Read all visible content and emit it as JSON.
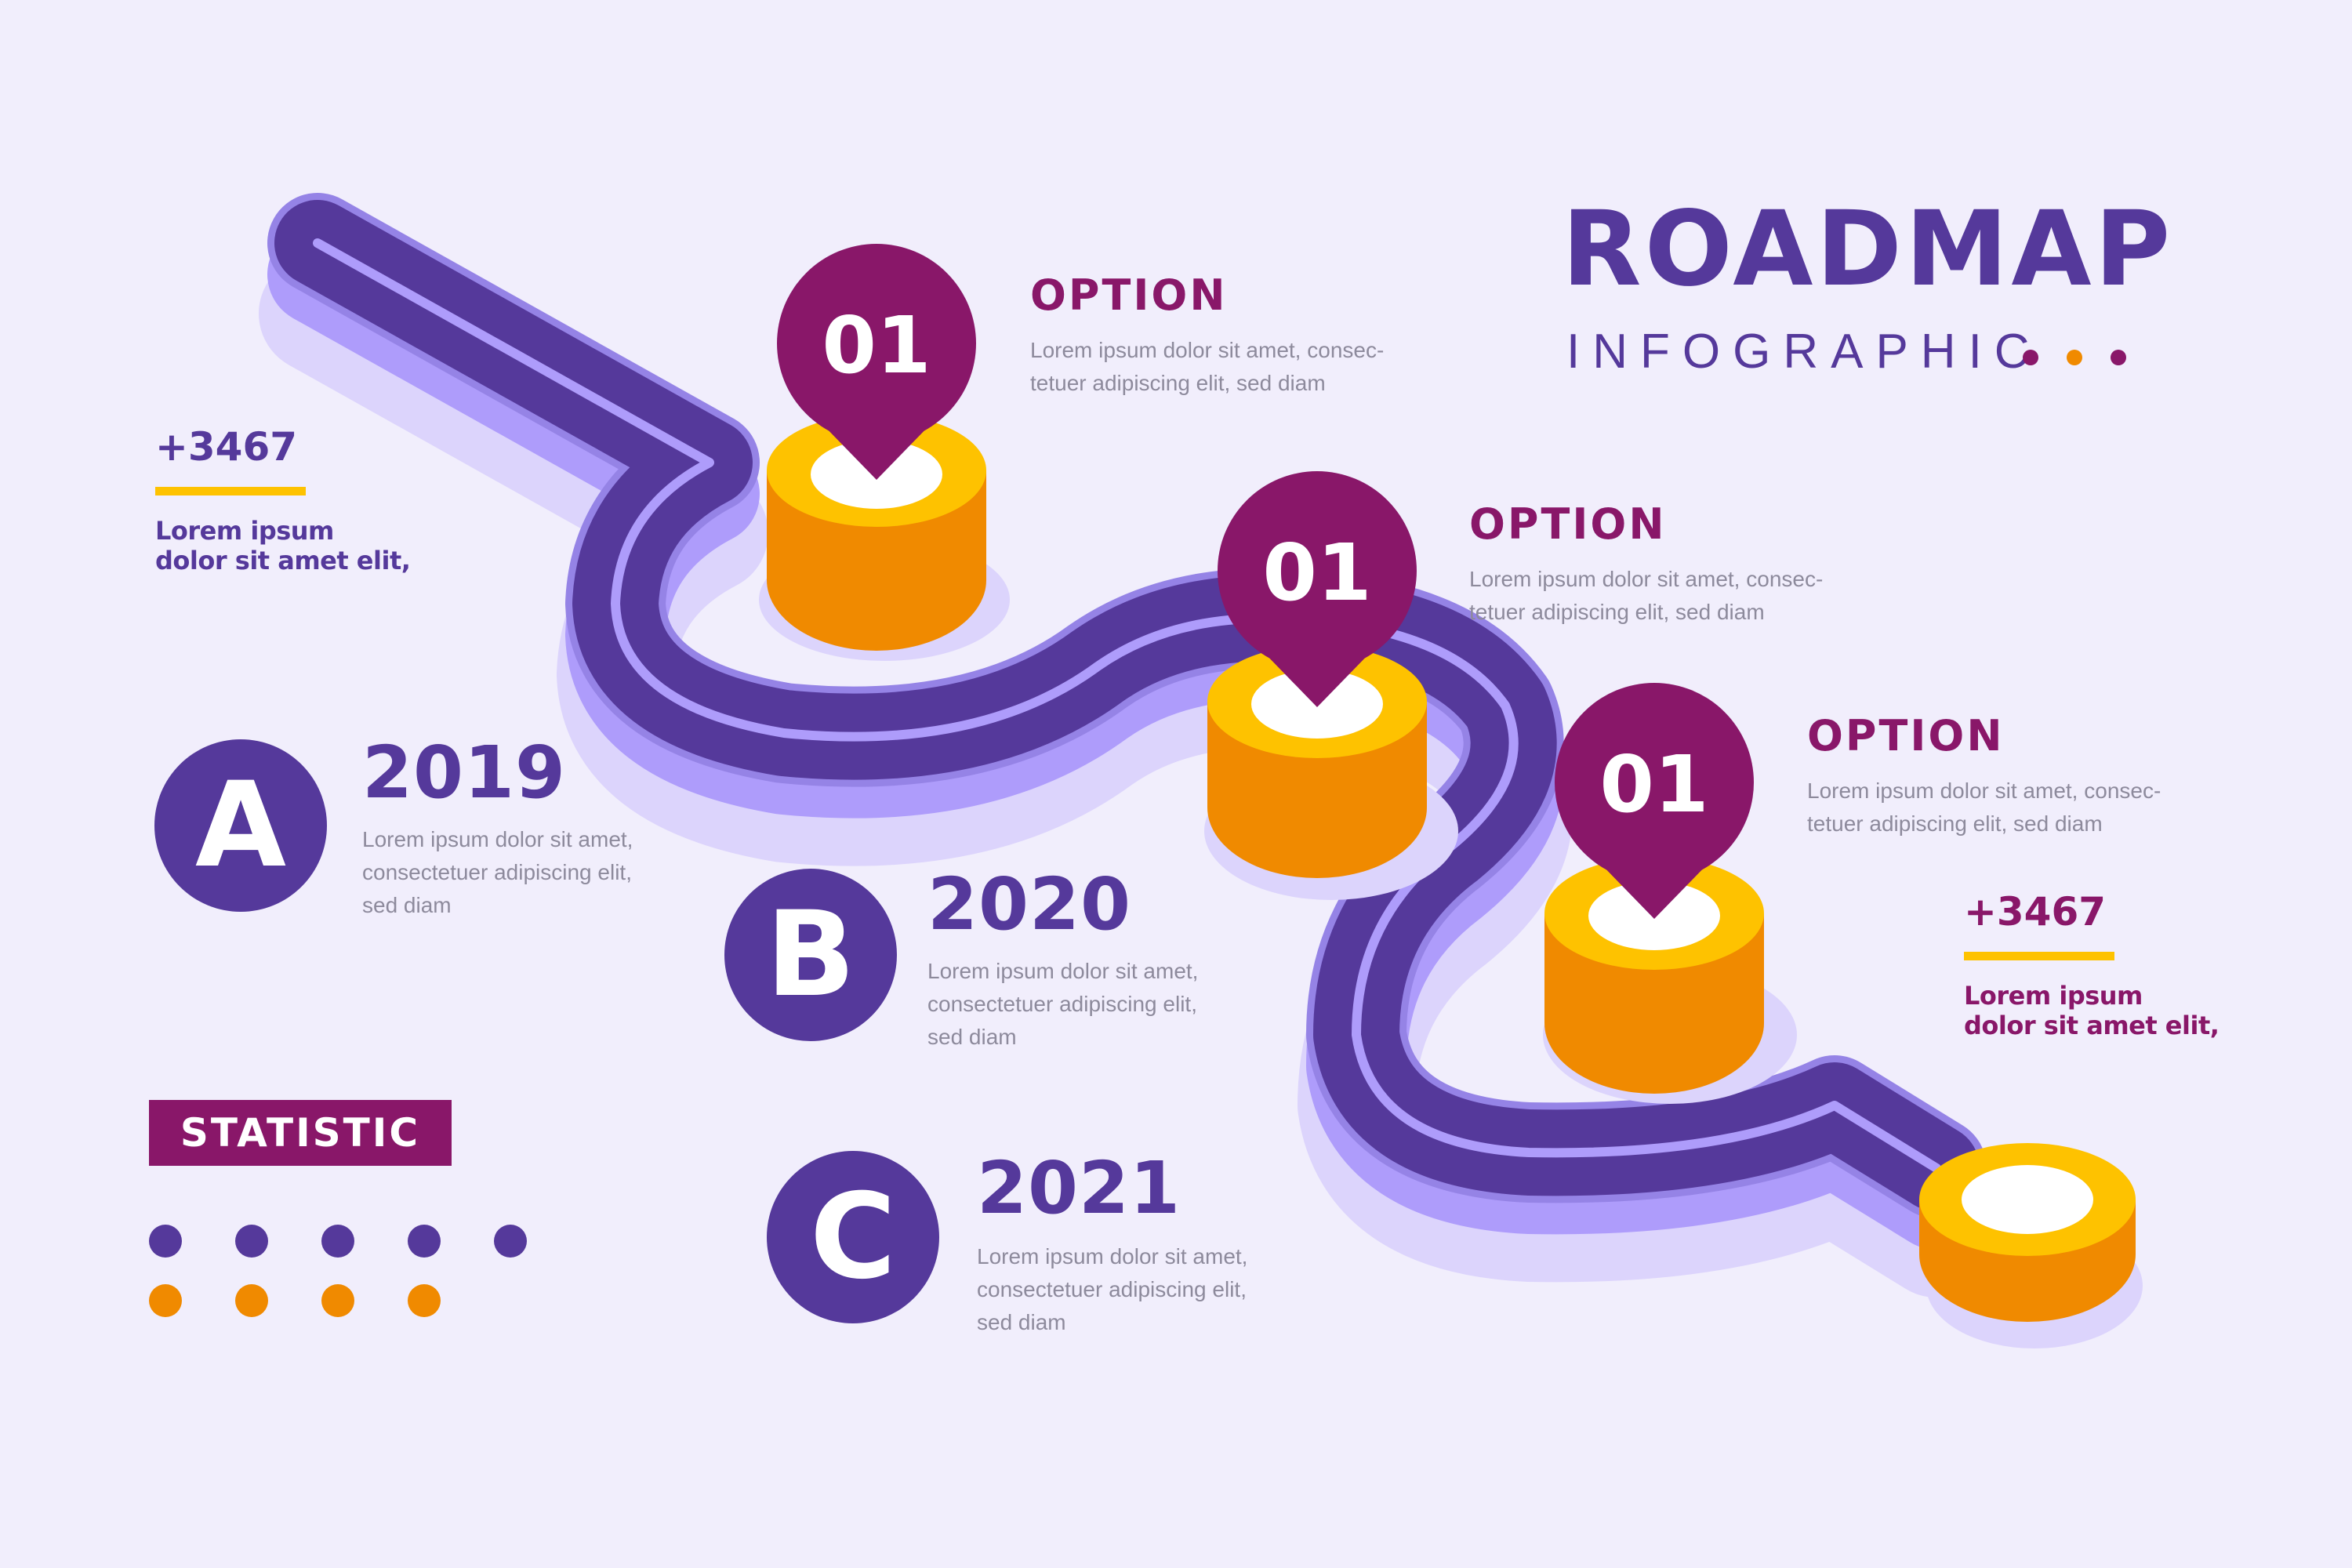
{
  "header": {
    "title": "ROADMAP",
    "subtitle": "INFOGRAPHIC",
    "dot_colors": [
      "#891769",
      "#f08a00",
      "#891769"
    ]
  },
  "colors": {
    "background": "#f1eefc",
    "primary_purple": "#55399b",
    "road_light": "#ae9cfb",
    "road_edge": "#9583e6",
    "shadow": "#dcd4fc",
    "magenta": "#891769",
    "pillar_top": "#fec200",
    "pillar_side": "#f08a00",
    "body_text": "#8d8a9c"
  },
  "pins": [
    {
      "label": "01"
    },
    {
      "label": "01"
    },
    {
      "label": "01"
    }
  ],
  "options": [
    {
      "heading": "OPTION",
      "line1": "Lorem ipsum dolor sit amet, consec-",
      "line2": "tetuer adipiscing elit, sed diam"
    },
    {
      "heading": "OPTION",
      "line1": "Lorem ipsum dolor sit amet, consec-",
      "line2": "tetuer adipiscing elit, sed diam"
    },
    {
      "heading": "OPTION",
      "line1": "Lorem ipsum dolor sit amet, consec-",
      "line2": "tetuer adipiscing elit, sed diam"
    }
  ],
  "stats": [
    {
      "number": "+3467",
      "line1": "Lorem ipsum",
      "line2": "dolor sit amet elit,",
      "color": "#55399b"
    },
    {
      "number": "+3467",
      "line1": "Lorem ipsum",
      "line2": "dolor sit amet elit,",
      "color": "#891769"
    }
  ],
  "milestones": [
    {
      "letter": "A",
      "year": "2019",
      "line1": "Lorem ipsum dolor sit amet,",
      "line2": "consectetuer adipiscing elit,",
      "line3": "sed diam"
    },
    {
      "letter": "B",
      "year": "2020",
      "line1": "Lorem ipsum dolor sit amet,",
      "line2": "consectetuer adipiscing elit,",
      "line3": "sed diam"
    },
    {
      "letter": "C",
      "year": "2021",
      "line1": "Lorem ipsum dolor sit amet,",
      "line2": "consectetuer adipiscing elit,",
      "line3": "sed diam"
    }
  ],
  "statistic": {
    "label": "STATISTIC",
    "purple_dots": 5,
    "orange_dots": 4
  }
}
